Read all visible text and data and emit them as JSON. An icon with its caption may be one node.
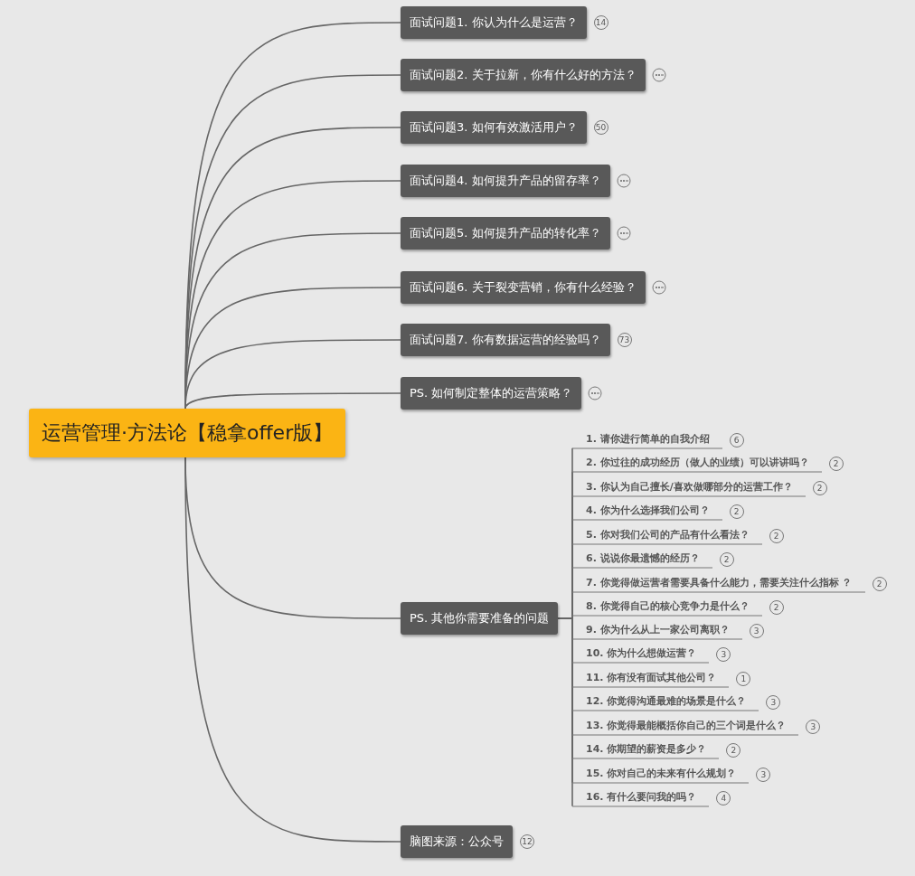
{
  "diagram": {
    "nodes": [
      {
        "text": [
          "运营管理·方法论【稳拿offer版】"
        ]
      },
      {
        "text": [
          "面试问题1. 你认为什么是运营？"
        ],
        "beside": [
          "14"
        ]
      },
      {
        "text": [
          "面试问题2. 关于拉新，你有什么好的方法？"
        ]
      },
      {
        "text": [
          "面试问题3. 如何有效激活用户？"
        ],
        "beside": [
          "50"
        ]
      },
      {
        "text": [
          "面试问题4. 如何提升产品的留存率？"
        ]
      },
      {
        "text": [
          "面试问题5. 如何提升产品的转化率？"
        ]
      },
      {
        "text": [
          "面试问题6. 关于裂变营销，你有什么经验？"
        ]
      },
      {
        "text": [
          "面试问题7. 你有数据运营的经验吗？"
        ],
        "beside": [
          "73"
        ]
      },
      {
        "text": [
          "PS. 如何制定整体的运营策略？"
        ]
      },
      {
        "text": [
          "PS. 其他你需要准备的问题"
        ]
      },
      {
        "text": [
          "1. 请你进行简单的自我介绍"
        ],
        "beside": [
          "6"
        ]
      },
      {
        "text": [
          "2. 你过往的成功经历（做人的业绩）可以讲讲吗？"
        ],
        "beside": [
          "2"
        ]
      },
      {
        "text": [
          "3. 你认为自己擅长/喜欢做哪部分的运营工作？"
        ],
        "beside": [
          "2"
        ]
      },
      {
        "text": [
          "4. 你为什么选择我们公司？"
        ],
        "beside": [
          "2"
        ]
      },
      {
        "text": [
          "5. 你对我们公司的产品有什么看法？"
        ],
        "beside": [
          "2"
        ]
      },
      {
        "text": [
          "6. 说说你最遗憾的经历？"
        ],
        "beside": [
          "2"
        ]
      },
      {
        "text": [
          "7. 你觉得做运营者需要具备什么能力，需要关注什么指标 ？"
        ],
        "beside": [
          "2"
        ]
      },
      {
        "text": [
          "8. 你觉得自己的核心竞争力是什么？"
        ],
        "beside": [
          "2"
        ]
      },
      {
        "text": [
          "9. 你为什么从上一家公司离职？"
        ],
        "beside": [
          "3"
        ]
      },
      {
        "text": [
          "10. 你为什么想做运营？"
        ],
        "beside": [
          "3"
        ]
      },
      {
        "text": [
          "11. 你有没有面试其他公司？"
        ],
        "beside": [
          "1"
        ]
      },
      {
        "text": [
          "12. 你觉得沟通最难的场景是什么？"
        ],
        "beside": [
          "3"
        ]
      },
      {
        "text": [
          "13. 你觉得最能概括你自己的三个词是什么？"
        ],
        "beside": [
          "3"
        ]
      },
      {
        "text": [
          "14. 你期望的薪资是多少？"
        ],
        "beside": [
          "2"
        ]
      },
      {
        "text": [
          "15. 你对自己的未来有什么规划？"
        ],
        "beside": [
          "3"
        ]
      },
      {
        "text": [
          "16. 有什么要问我的吗？"
        ],
        "beside": [
          "4"
        ]
      },
      {
        "text": [
          "脑图来源：公众号"
        ],
        "beside": [
          "12"
        ]
      }
    ],
    "edges": [
      {
        "from": 0,
        "to": 1,
        "arrow": "none"
      },
      {
        "from": 0,
        "to": 2,
        "arrow": "none"
      },
      {
        "from": 0,
        "to": 3,
        "arrow": "none"
      },
      {
        "from": 0,
        "to": 4,
        "arrow": "none"
      },
      {
        "from": 0,
        "to": 5,
        "arrow": "none"
      },
      {
        "from": 0,
        "to": 6,
        "arrow": "none"
      },
      {
        "from": 0,
        "to": 7,
        "arrow": "none"
      },
      {
        "from": 0,
        "to": 8,
        "arrow": "none"
      },
      {
        "from": 0,
        "to": 9,
        "arrow": "none"
      },
      {
        "from": 0,
        "to": 26,
        "arrow": "none"
      },
      {
        "from": 9,
        "to": 10,
        "arrow": "none"
      },
      {
        "from": 9,
        "to": 11,
        "arrow": "none"
      },
      {
        "from": 9,
        "to": 12,
        "arrow": "none"
      },
      {
        "from": 9,
        "to": 13,
        "arrow": "none"
      },
      {
        "from": 9,
        "to": 14,
        "arrow": "none"
      },
      {
        "from": 9,
        "to": 15,
        "arrow": "none"
      },
      {
        "from": 9,
        "to": 16,
        "arrow": "none"
      },
      {
        "from": 9,
        "to": 17,
        "arrow": "none"
      },
      {
        "from": 9,
        "to": 18,
        "arrow": "none"
      },
      {
        "from": 9,
        "to": 19,
        "arrow": "none"
      },
      {
        "from": 9,
        "to": 20,
        "arrow": "none"
      },
      {
        "from": 9,
        "to": 21,
        "arrow": "none"
      },
      {
        "from": 9,
        "to": 22,
        "arrow": "none"
      },
      {
        "from": 9,
        "to": 23,
        "arrow": "none"
      },
      {
        "from": 9,
        "to": 24,
        "arrow": "none"
      },
      {
        "from": 9,
        "to": 25,
        "arrow": "none"
      }
    ]
  }
}
